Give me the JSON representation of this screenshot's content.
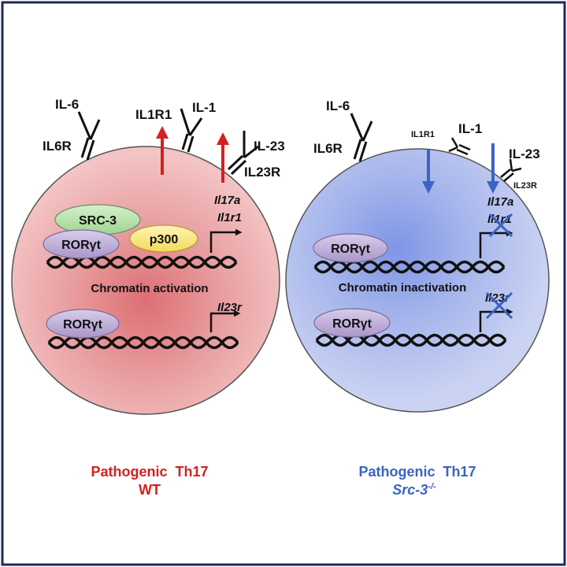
{
  "left_cell": {
    "receptors": {
      "il6": "IL-6",
      "il6r": "IL6R",
      "il1r1": "IL1R1",
      "il1": "IL-1",
      "il23": "IL-23",
      "il23r": "IL23R"
    },
    "genes": {
      "il17a": "Il17a",
      "il1r1": "Il1r1",
      "il23r": "Il23r"
    },
    "proteins": {
      "src3": "SRC-3",
      "p300": "p300",
      "rorgt_top": "RORγt",
      "rorgt_bottom": "RORγt"
    },
    "chromatin_label": "Chromatin activation",
    "caption_line1": "Pathogenic  Th17",
    "caption_line2": "WT",
    "cell_color": "#e9a3a3",
    "accent_color": "#d42020"
  },
  "right_cell": {
    "receptors": {
      "il6": "IL-6",
      "il6r": "IL6R",
      "il1r1": "IL1R1",
      "il1": "IL-1",
      "il23": "IL-23",
      "il23r": "IL23R"
    },
    "genes": {
      "il17a": "Il17a",
      "il1r1": "Il1r1",
      "il23r": "Il23r"
    },
    "proteins": {
      "rorgt_top": "RORγt",
      "rorgt_bottom": "RORγt"
    },
    "chromatin_label": "Chromatin inactivation",
    "caption_line1": "Pathogenic  Th17",
    "caption_line2": "Src-3",
    "caption_superscript": "-/-",
    "cell_color": "#a9b7ea",
    "accent_color": "#3a63c4"
  },
  "frame_color": "#1f2a5c"
}
